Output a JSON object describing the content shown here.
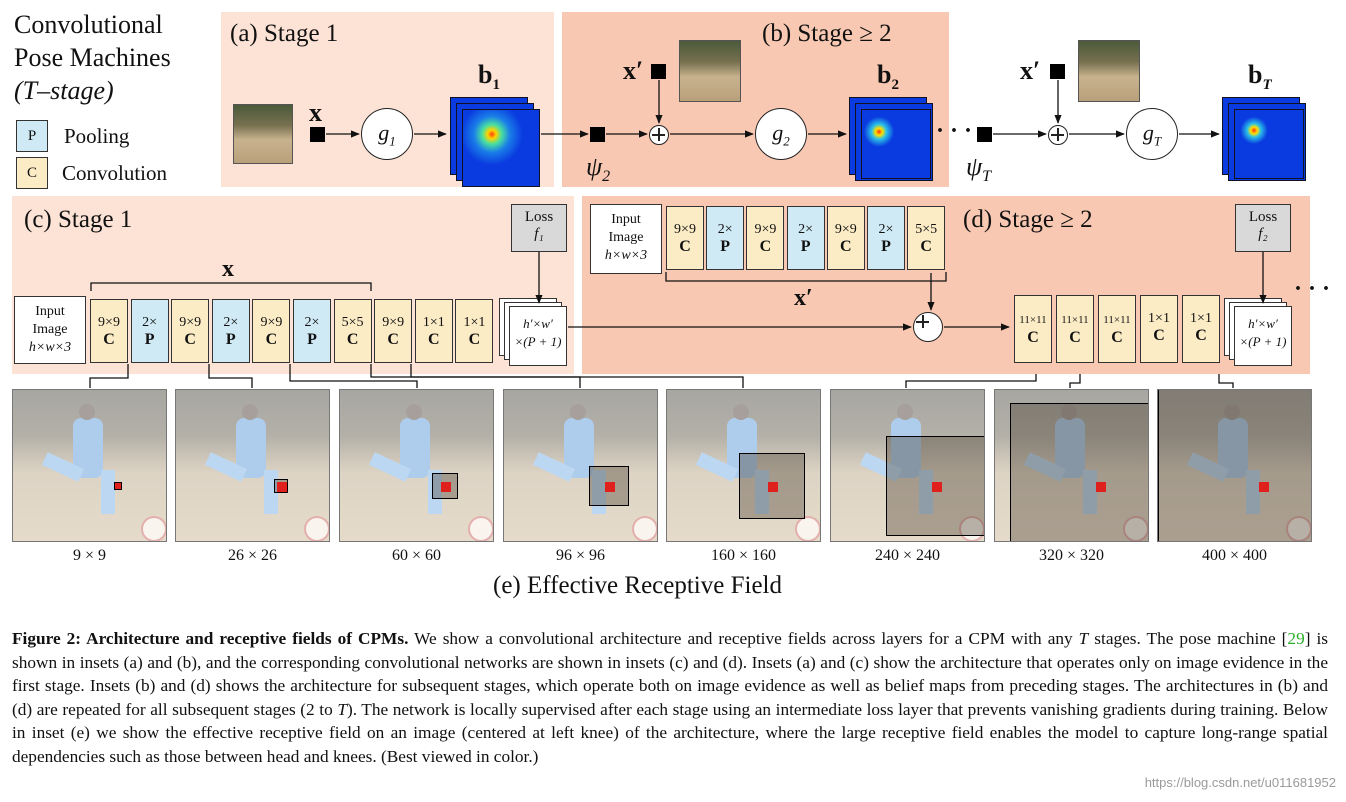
{
  "legend": {
    "title_lines": [
      "Convolutional",
      "Pose Machines",
      "(T–stage)"
    ],
    "pooling_key": "P",
    "pooling_label": "Pooling",
    "conv_key": "C",
    "conv_label": "Convolution"
  },
  "panel_a": {
    "title": "(a) Stage 1",
    "x_label": "x",
    "g": "g",
    "g_sub": "1",
    "b": "b",
    "b_sub": "1"
  },
  "panel_b": {
    "title": "(b) Stage ≥ 2",
    "x_label": "x′",
    "g": "g",
    "g_sub": "2",
    "b": "b",
    "b_sub": "2",
    "psi": "ψ",
    "psi_sub": "2",
    "dots": "· · ·"
  },
  "panel_t": {
    "x_label": "x′",
    "g": "g",
    "g_sub": "T",
    "b": "b",
    "b_sub": "T",
    "psi": "ψ",
    "psi_sub": "T"
  },
  "panel_c": {
    "title": "(c) Stage 1",
    "x_label": "x",
    "input": [
      "Input",
      "Image",
      "h×w×3"
    ],
    "layers": [
      {
        "size": "9×9",
        "type": "C"
      },
      {
        "size": "2×",
        "type": "P"
      },
      {
        "size": "9×9",
        "type": "C"
      },
      {
        "size": "2×",
        "type": "P"
      },
      {
        "size": "9×9",
        "type": "C"
      },
      {
        "size": "2×",
        "type": "P"
      },
      {
        "size": "5×5",
        "type": "C"
      },
      {
        "size": "9×9",
        "type": "C"
      },
      {
        "size": "1×1",
        "type": "C"
      },
      {
        "size": "1×1",
        "type": "C"
      }
    ],
    "loss": [
      "Loss",
      "f₁"
    ],
    "output": [
      "h′×w′",
      "×(P + 1)"
    ]
  },
  "panel_d": {
    "title": "(d) Stage ≥ 2",
    "x_label": "x′",
    "input": [
      "Input",
      "Image",
      "h×w×3"
    ],
    "layers": [
      {
        "size": "9×9",
        "type": "C"
      },
      {
        "size": "2×",
        "type": "P"
      },
      {
        "size": "9×9",
        "type": "C"
      },
      {
        "size": "2×",
        "type": "P"
      },
      {
        "size": "9×9",
        "type": "C"
      },
      {
        "size": "2×",
        "type": "P"
      },
      {
        "size": "5×5",
        "type": "C"
      }
    ],
    "tail_layers": [
      {
        "size": "11×11",
        "type": "C"
      },
      {
        "size": "11×11",
        "type": "C"
      },
      {
        "size": "11×11",
        "type": "C"
      },
      {
        "size": "1×1",
        "type": "C"
      },
      {
        "size": "1×1",
        "type": "C"
      }
    ],
    "loss": [
      "Loss",
      "f₂"
    ],
    "output": [
      "h′×w′",
      "×(P + 1)"
    ],
    "dots": "· · ·"
  },
  "panel_e": {
    "title": "(e) Effective Receptive Field",
    "fields": [
      "9 × 9",
      "26 × 26",
      "60 × 60",
      "96 × 96",
      "160 × 160",
      "240 × 240",
      "320 × 320",
      "400 × 400"
    ]
  },
  "caption": {
    "label": "Figure 2: Architecture and receptive fields of CPMs.",
    "text1": " We show a convolutional architecture and receptive fields across layers for a CPM with any ",
    "T": "T",
    "text2": " stages. The pose machine [",
    "ref": "29",
    "text3": "] is shown in insets (a) and (b), and the corresponding convolutional networks are shown in insets (c) and (d). Insets (a) and (c) show the architecture that operates only on image evidence in the first stage. Insets (b) and (d) shows the architecture for subsequent stages, which operate both on image evidence as well as belief maps from preceding stages. The architectures in (b) and (d) are repeated for all subsequent stages (2 to ",
    "text4": "). The network is locally supervised after each stage using an intermediate loss layer that prevents vanishing gradients during training. Below in inset (e) we show the effective receptive field on an image (centered at left knee) of the architecture, where the large receptive field enables the model to capture long-range spatial dependencies such as those between head and knees. (Best viewed in color.)"
  },
  "watermark": "https://blog.csdn.net/u011681952",
  "colors": {
    "panel_light": "#fde3d6",
    "panel_dark": "#f8c8b2",
    "conv": "#fbecc6",
    "pool": "#cfe9f5",
    "ref": "#2ab02a"
  }
}
